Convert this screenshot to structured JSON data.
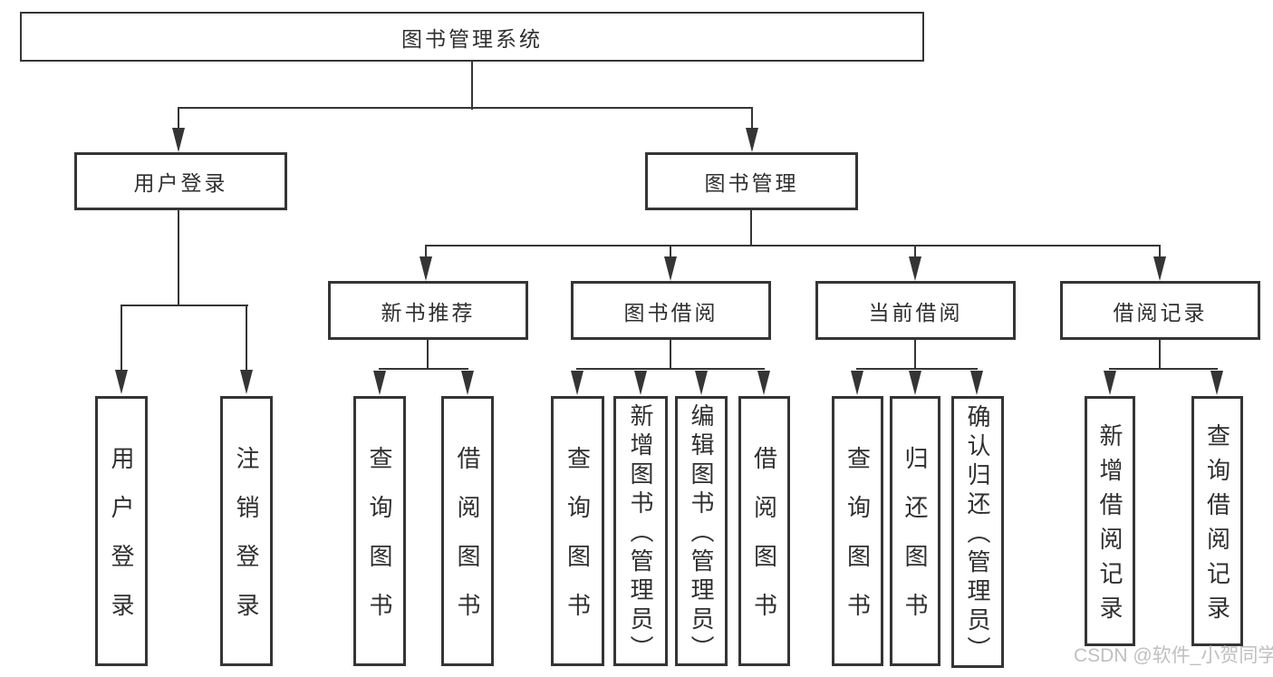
{
  "diagram": {
    "root": {
      "label": "图书管理系统"
    },
    "branches": [
      {
        "label": "用户登录",
        "children": [
          {
            "label": "用户登录"
          },
          {
            "label": "注销登录"
          }
        ]
      },
      {
        "label": "图书管理",
        "children": [
          {
            "label": "新书推荐",
            "children": [
              {
                "label": "查询图书"
              },
              {
                "label": "借阅图书"
              }
            ]
          },
          {
            "label": "图书借阅",
            "children": [
              {
                "label": "查询图书"
              },
              {
                "label": "新增图书（管理员）"
              },
              {
                "label": "编辑图书（管理员）"
              },
              {
                "label": "借阅图书"
              }
            ]
          },
          {
            "label": "当前借阅",
            "children": [
              {
                "label": "查询图书"
              },
              {
                "label": "归还图书"
              },
              {
                "label": "确认归还（管理员）"
              }
            ]
          },
          {
            "label": "借阅记录",
            "children": [
              {
                "label": "新增借阅记录"
              },
              {
                "label": "查询借阅记录"
              }
            ]
          }
        ]
      }
    ],
    "watermark": "CSDN @软件_小贺同学",
    "colors": {
      "line": "#353535",
      "text": "#2f2f2f",
      "background": "#ffffff",
      "watermark": "#b9b9b9"
    }
  }
}
